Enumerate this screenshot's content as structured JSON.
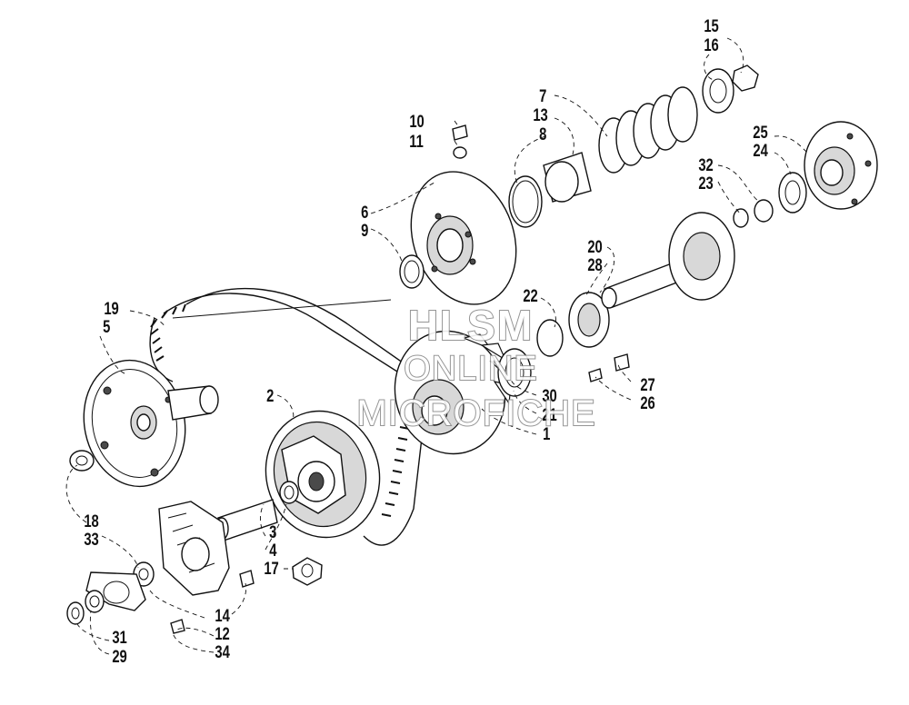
{
  "watermark": {
    "line1": "HLSM",
    "line2": "ONLINE",
    "line3": "MICROFICHE"
  },
  "callouts": [
    {
      "id": "15",
      "text": "15"
    },
    {
      "id": "16",
      "text": "16"
    },
    {
      "id": "7",
      "text": "7"
    },
    {
      "id": "13",
      "text": "13"
    },
    {
      "id": "8",
      "text": "8"
    },
    {
      "id": "10",
      "text": "10"
    },
    {
      "id": "11",
      "text": "11"
    },
    {
      "id": "25",
      "text": "25"
    },
    {
      "id": "24",
      "text": "24"
    },
    {
      "id": "32",
      "text": "32"
    },
    {
      "id": "23",
      "text": "23"
    },
    {
      "id": "6",
      "text": "6"
    },
    {
      "id": "9",
      "text": "9"
    },
    {
      "id": "20",
      "text": "20"
    },
    {
      "id": "28",
      "text": "28"
    },
    {
      "id": "22",
      "text": "22"
    },
    {
      "id": "19",
      "text": "19"
    },
    {
      "id": "5",
      "text": "5"
    },
    {
      "id": "27",
      "text": "27"
    },
    {
      "id": "26",
      "text": "26"
    },
    {
      "id": "2",
      "text": "2"
    },
    {
      "id": "30",
      "text": "30"
    },
    {
      "id": "21",
      "text": "21"
    },
    {
      "id": "1",
      "text": "1"
    },
    {
      "id": "18",
      "text": "18"
    },
    {
      "id": "33",
      "text": "33"
    },
    {
      "id": "3",
      "text": "3"
    },
    {
      "id": "4",
      "text": "4"
    },
    {
      "id": "17",
      "text": "17"
    },
    {
      "id": "14",
      "text": "14"
    },
    {
      "id": "31",
      "text": "31"
    },
    {
      "id": "29",
      "text": "29"
    },
    {
      "id": "12",
      "text": "12"
    },
    {
      "id": "34",
      "text": "34"
    }
  ]
}
